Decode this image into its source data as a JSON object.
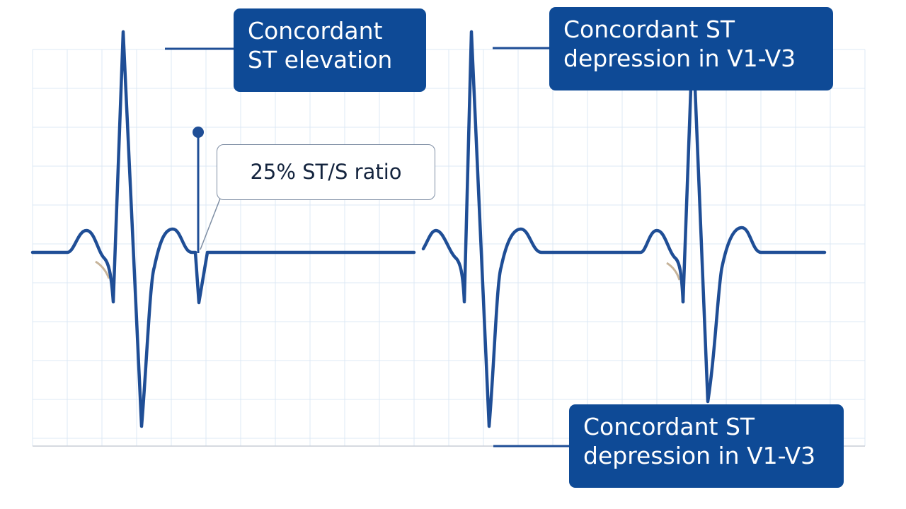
{
  "colors": {
    "trace": "#1f4e96",
    "callout_bg": "#0e4a96",
    "callout_text": "#ffffff",
    "grid": "#dce8f4",
    "ratio_border": "#7d8da3",
    "st_shadow": "#c7b49a"
  },
  "callouts": {
    "elevation": {
      "line1": "Concordant",
      "line2": "ST elevation"
    },
    "depression_top": {
      "line1": "Concordant ST",
      "line2": "depression in V1-V3"
    },
    "depression_bottom": {
      "line1": "Concordant ST",
      "line2": "depression in V1-V3"
    }
  },
  "ratio_label": "25% ST/S ratio"
}
